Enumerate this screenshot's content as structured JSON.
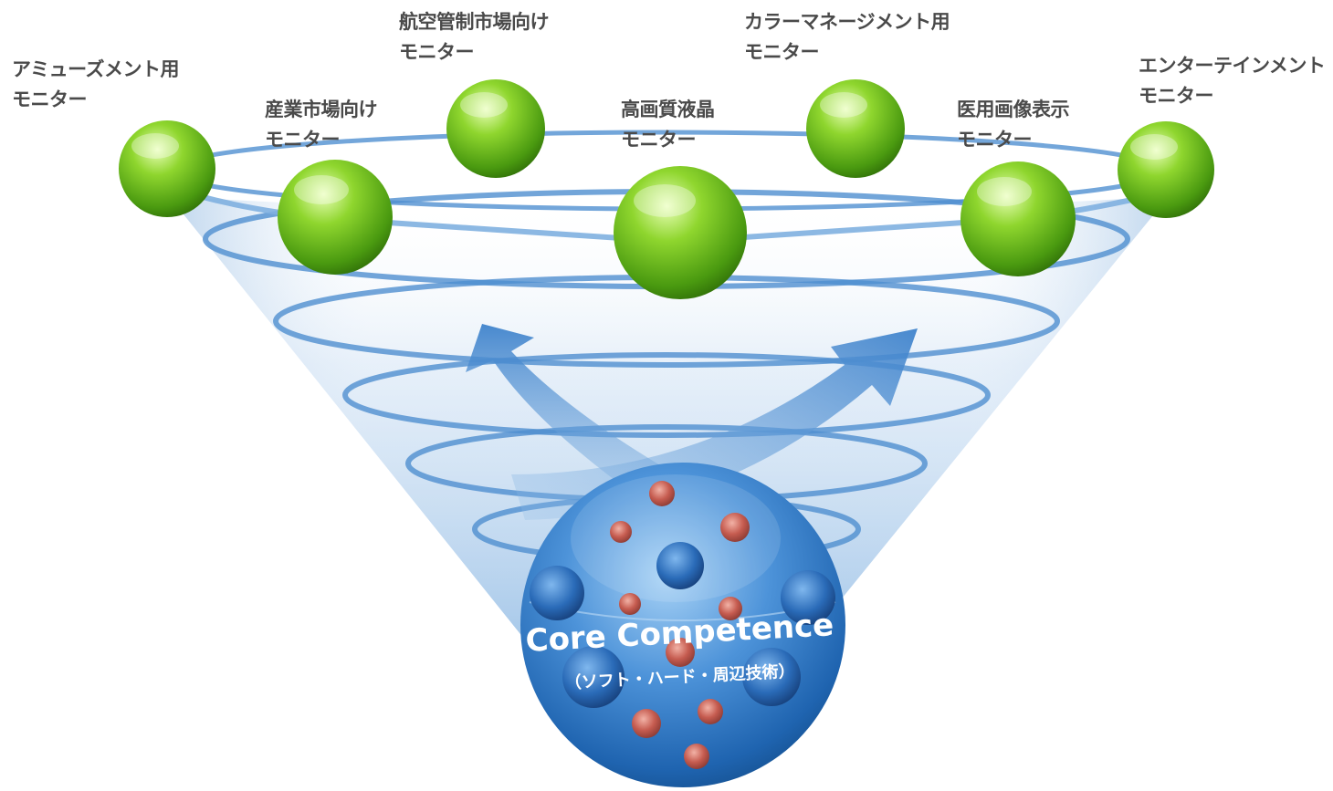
{
  "markets": [
    {
      "id": "amusement",
      "line1": "アミューズメント用",
      "line2": "モニター"
    },
    {
      "id": "industrial",
      "line1": "産業市場向け",
      "line2": "モニター"
    },
    {
      "id": "atc",
      "line1": "航空管制市場向け",
      "line2": "モニター"
    },
    {
      "id": "high-quality-lcd",
      "line1": "高画質液晶",
      "line2": "モニター"
    },
    {
      "id": "color-management",
      "line1": "カラーマネージメント用",
      "line2": "モニター"
    },
    {
      "id": "medical",
      "line1": "医用画像表示",
      "line2": "モニター"
    },
    {
      "id": "entertainment",
      "line1": "エンターテインメント",
      "line2": "モニター"
    }
  ],
  "core": {
    "title": "Core Competence",
    "subtitle": "（ソフト・ハード・周辺技術）"
  },
  "colors": {
    "green_light": "#d6f59a",
    "green_mid": "#7cc823",
    "green_dark": "#3f8a0e",
    "spiral": "#4f8fd0",
    "funnel": "#a9c9ea",
    "core_light": "#8fc1ef",
    "core_dark": "#1f5fa8",
    "red_sphere": "#c0504d",
    "label_text": "#4a4a4a"
  }
}
